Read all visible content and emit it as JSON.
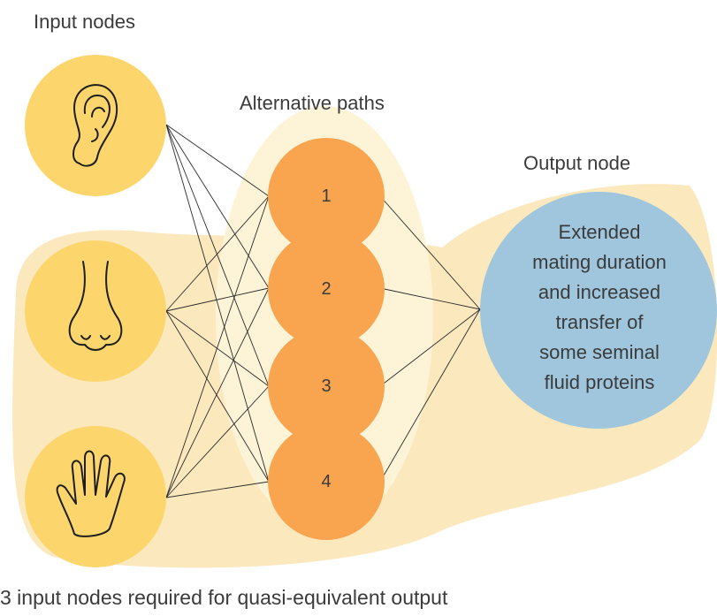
{
  "labels": {
    "input_nodes": "Input nodes",
    "alternative_paths": "Alternative paths",
    "output_node": "Output node",
    "caption": "3 input nodes required for quasi-equivalent output"
  },
  "input_nodes": [
    {
      "icon": "ear-icon"
    },
    {
      "icon": "nose-icon"
    },
    {
      "icon": "hand-icon"
    }
  ],
  "paths": [
    {
      "label": "1"
    },
    {
      "label": "2"
    },
    {
      "label": "3"
    },
    {
      "label": "4"
    }
  ],
  "output": {
    "lines": [
      "Extended",
      "mating duration",
      "and increased",
      "transfer of",
      "some seminal",
      "fluid proteins"
    ]
  },
  "colors": {
    "input_fill": "#fcd66c",
    "path_fill": "#f9a54f",
    "output_fill": "#9fc6dc",
    "background_blob": "#fce8bd",
    "path_container": "#fdf3d7"
  }
}
